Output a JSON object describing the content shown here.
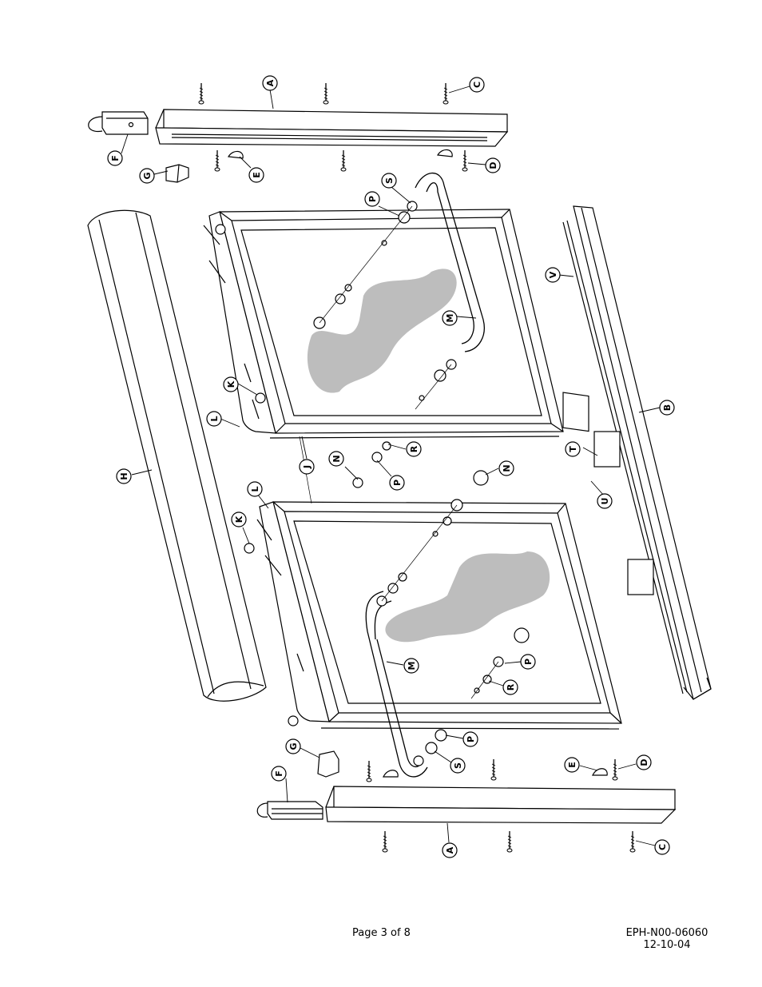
{
  "footer": {
    "page_text": "Page  3  of  8",
    "doc_number": "EPH-N00-06060",
    "doc_date": "12-10-04"
  },
  "callouts": {
    "A_top": "A",
    "C_top": "C",
    "F_top": "F",
    "G_top": "G",
    "E_top": "E",
    "D_top": "D",
    "S_top": "S",
    "P_top": "P",
    "M_top": "M",
    "V": "V",
    "B": "B",
    "H": "H",
    "K_top": "K",
    "L_top": "L",
    "J": "J",
    "N_left": "N",
    "R_mid": "R",
    "P_mid": "P",
    "T": "T",
    "U": "U",
    "N_right": "N",
    "L_bot": "L",
    "K_bot": "K",
    "M_bot": "M",
    "P_bot": "P",
    "R_bot": "R",
    "P_low": "P",
    "S_low": "S",
    "G_bot": "G",
    "F_bot": "F",
    "E_bot": "E",
    "D_bot": "D",
    "A_bot": "A",
    "C_bot": "C"
  }
}
